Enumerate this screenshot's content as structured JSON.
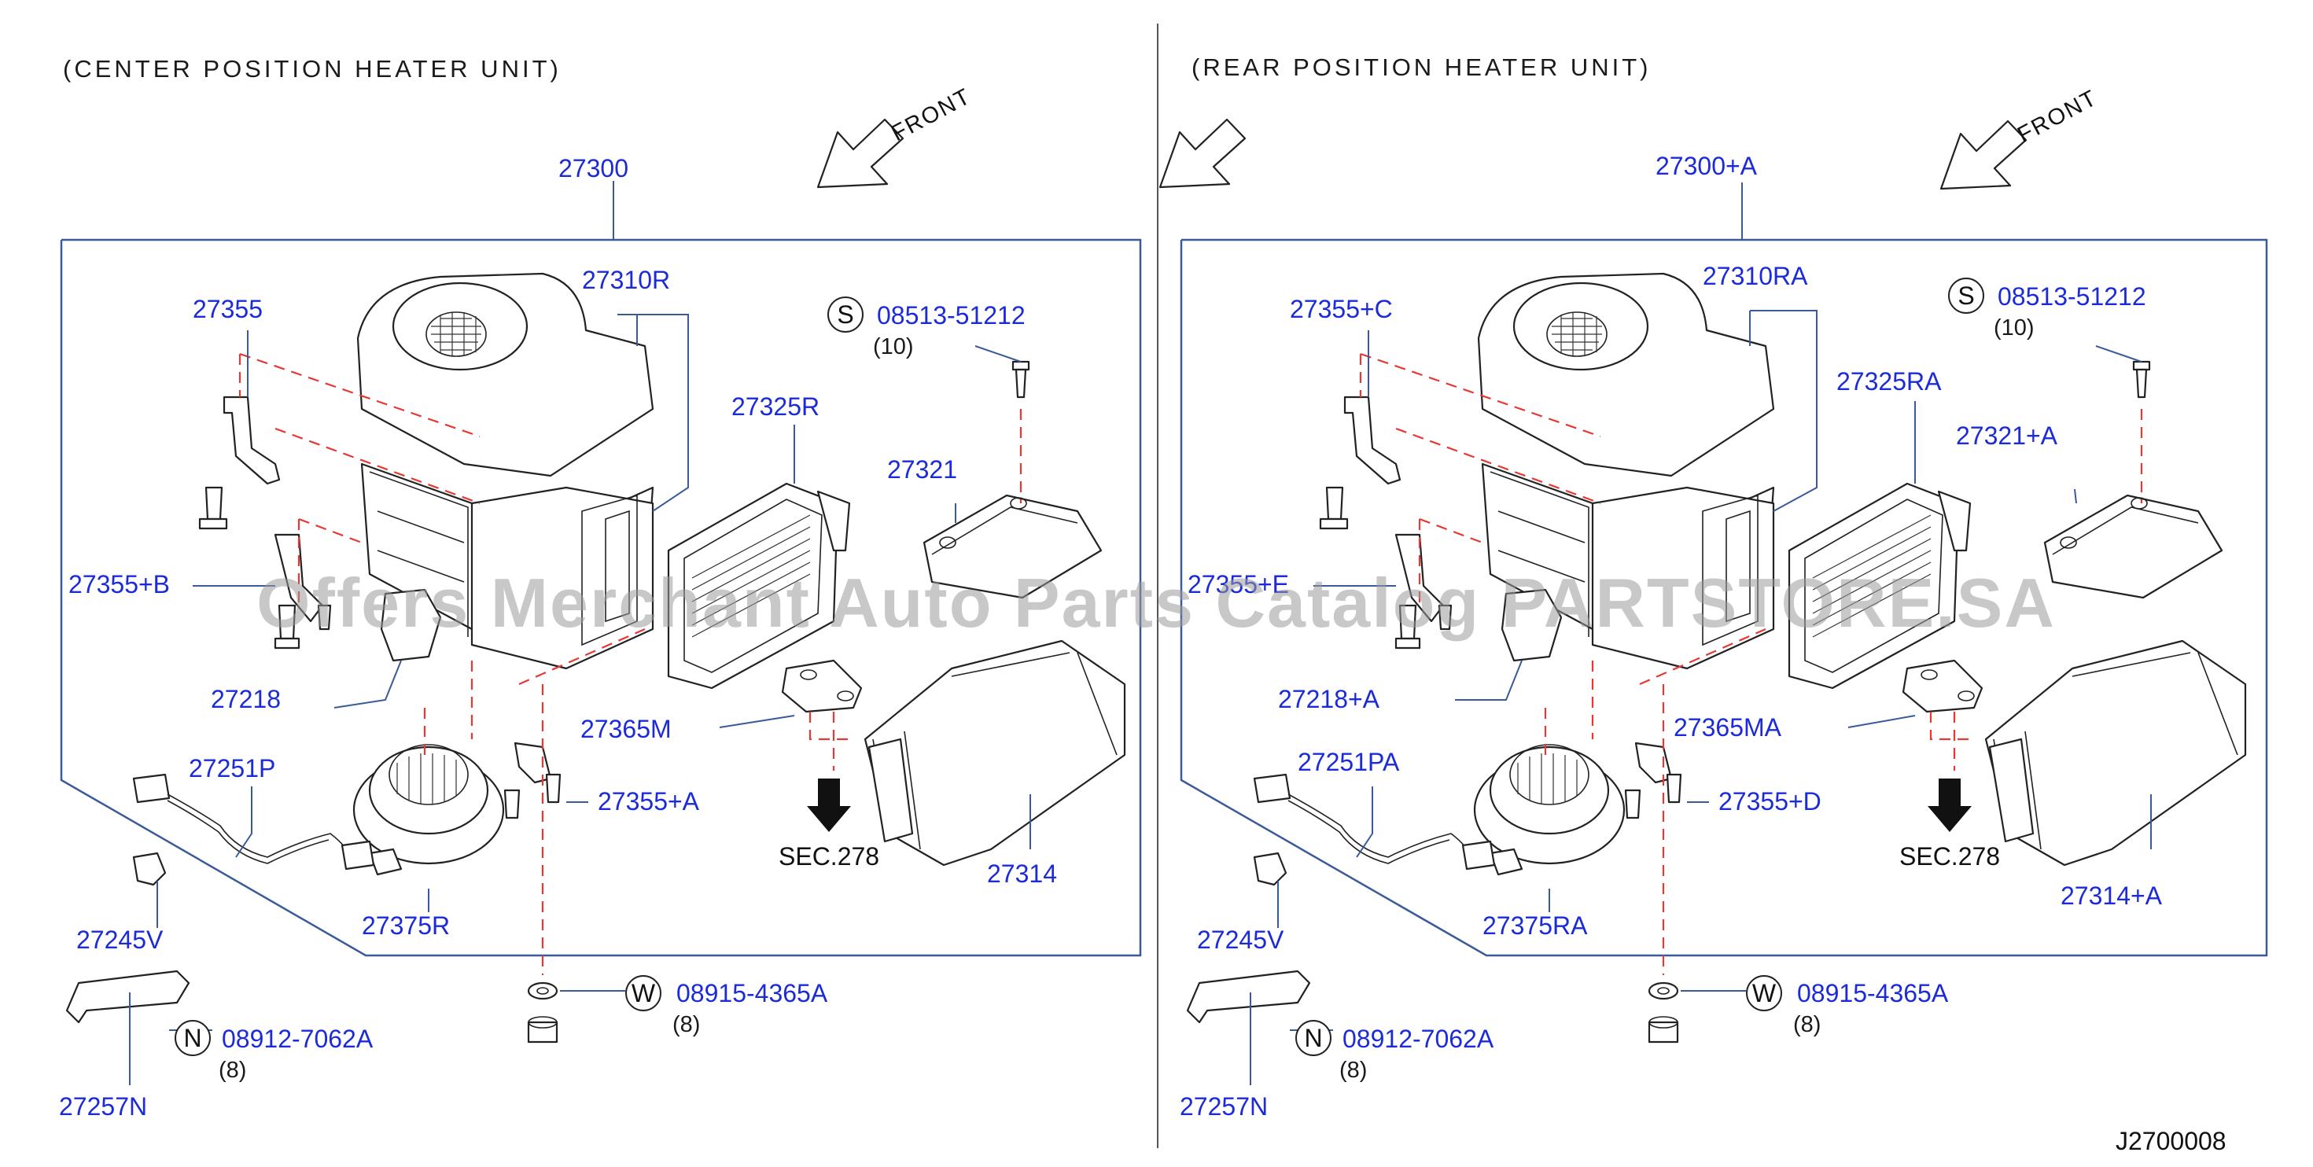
{
  "watermark": "Offers Merchant Auto Parts Catalog PARTSTORE.SA",
  "diagram_id": "J2700008",
  "front_label": "FRONT",
  "left": {
    "title": "(CENTER POSITION HEATER UNIT)",
    "labels": {
      "p27300": "27300",
      "p27310": "27310R",
      "p27355": "27355",
      "p27355b": "27355+B",
      "p27218": "27218",
      "p27251": "27251P",
      "p27245": "27245V",
      "p27257": "27257N",
      "p27375": "27375R",
      "p27355a": "27355+A",
      "p27365": "27365M",
      "p27325": "27325R",
      "p27321": "27321",
      "p27314": "27314",
      "sec": "SEC.278",
      "bolt_code": "08513-51212",
      "bolt_qty": "(10)",
      "washer_code": "08915-4365A",
      "washer_qty": "(8)",
      "nut_code": "08912-7062A",
      "nut_qty": "(8)"
    }
  },
  "right": {
    "title": "(REAR POSITION HEATER UNIT)",
    "labels": {
      "p27300": "27300+A",
      "p27310": "27310RA",
      "p27355": "27355+C",
      "p27355b": "27355+E",
      "p27218": "27218+A",
      "p27251": "27251PA",
      "p27245": "27245V",
      "p27257": "27257N",
      "p27375": "27375RA",
      "p27355a": "27355+D",
      "p27365": "27365MA",
      "p27325": "27325RA",
      "p27321": "27321+A",
      "p27314": "27314+A",
      "sec": "SEC.278",
      "bolt_code": "08513-51212",
      "bolt_qty": "(10)",
      "washer_code": "08915-4365A",
      "washer_qty": "(8)",
      "nut_code": "08912-7062A",
      "nut_qty": "(8)"
    }
  },
  "symbols": {
    "bolt": "S",
    "washer": "W",
    "nut": "N"
  },
  "colors": {
    "part_label": "#1c2bd8",
    "assembly_line": "#e53935",
    "frame": "#3a5a9a"
  }
}
